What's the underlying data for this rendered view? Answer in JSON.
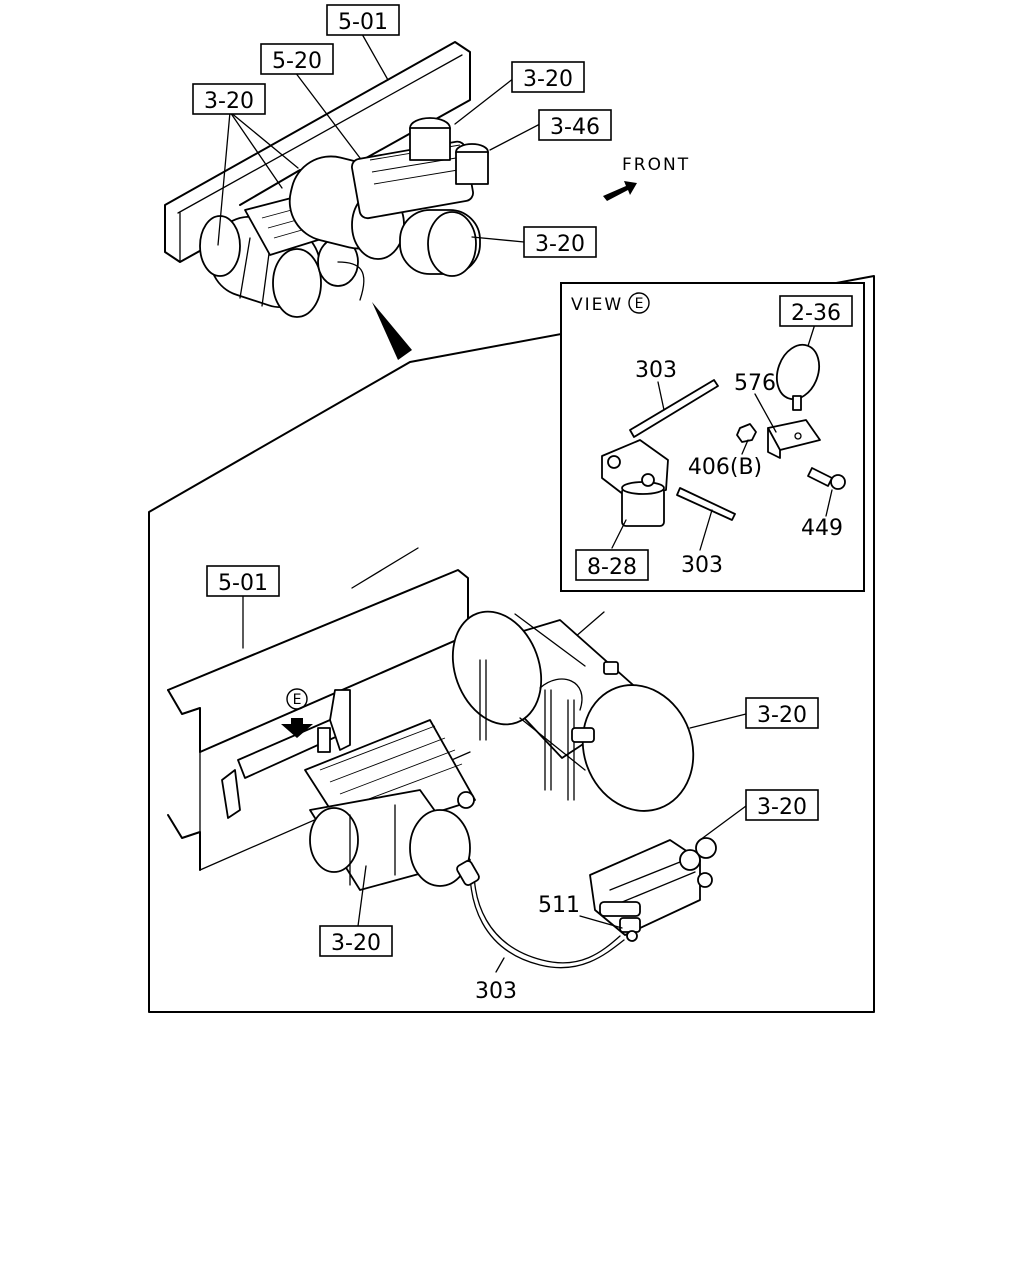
{
  "callouts": {
    "top_frame": "5-01",
    "top_mount": "5-20",
    "top_tank_left": "3-20",
    "top_tank_upper_right": "3-20",
    "top_valve": "3-46",
    "top_tank_lower_right": "3-20",
    "detail_frame": "5-01",
    "detail_tank_right": "3-20",
    "detail_valve": "3-20",
    "detail_tank_bottom": "3-20",
    "view_clamp": "2-36",
    "view_filter": "8-28"
  },
  "part_numbers": {
    "pipe_upper": "303",
    "bracket": "576",
    "nut": "406(B)",
    "bolt": "449",
    "pipe_lower": "303",
    "clip": "511",
    "main_pipe": "303"
  },
  "front_label": "FRONT",
  "view_label": "VIEW",
  "view_marker": "E",
  "arrow_marker": "E"
}
